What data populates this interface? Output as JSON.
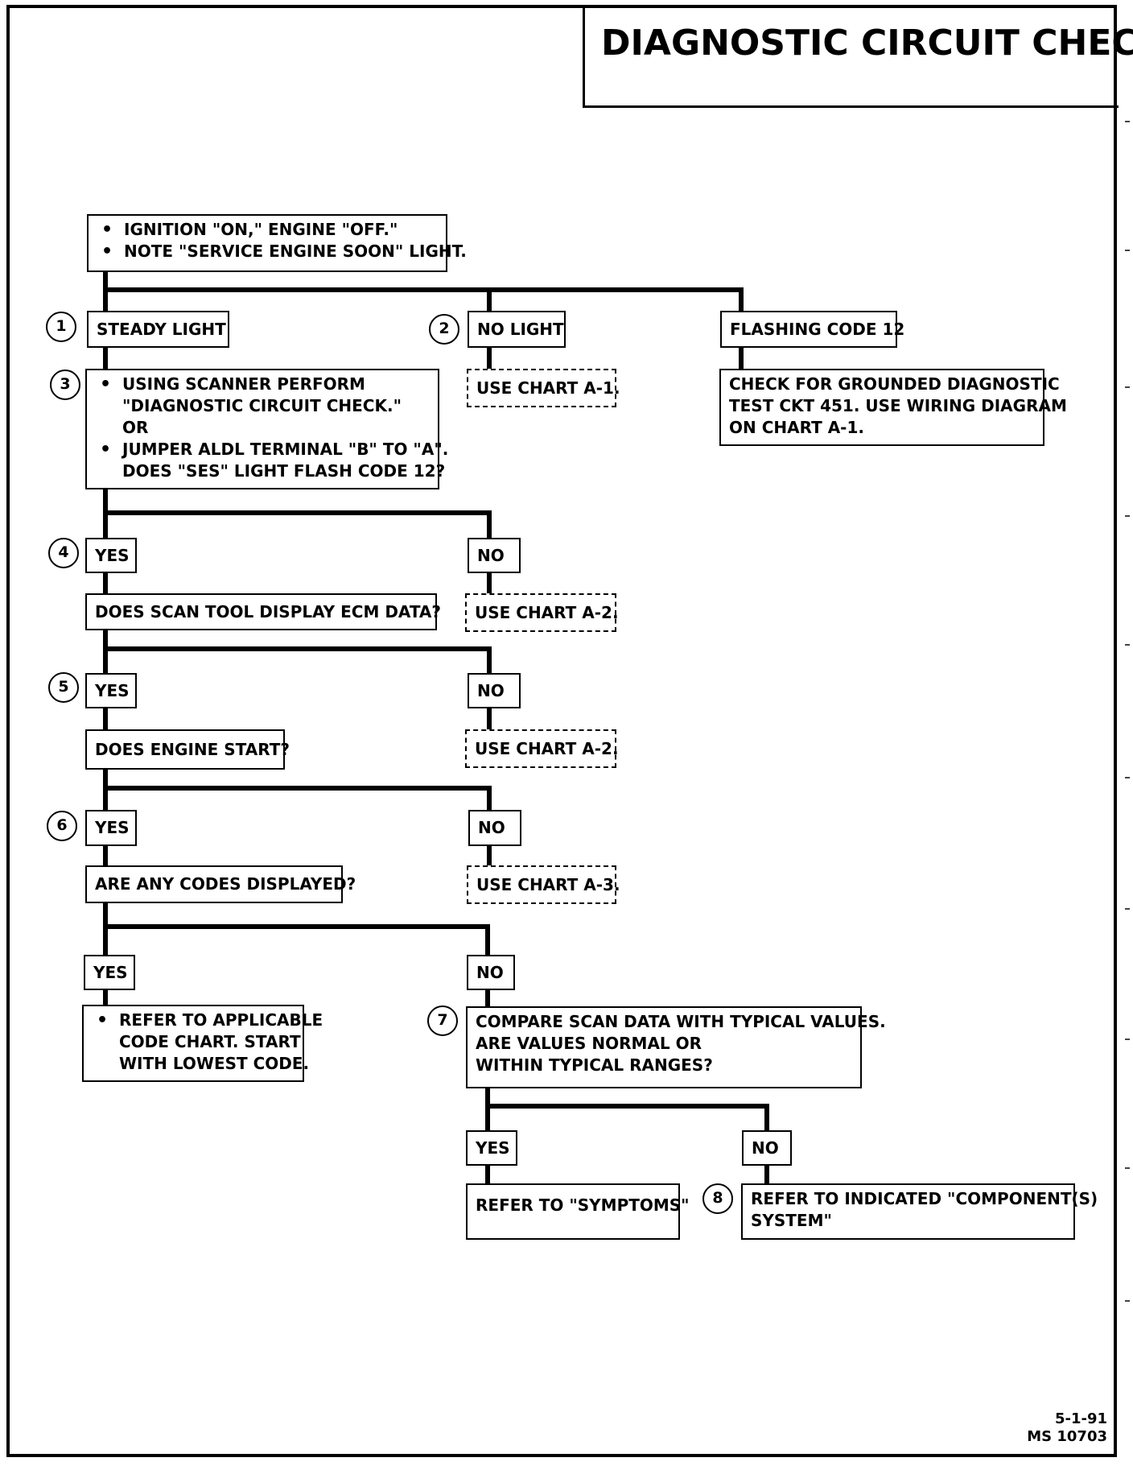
{
  "title": "DIAGNOSTIC CIRCUIT CHECK",
  "start": {
    "lines": [
      "IGNITION \"ON,\" ENGINE  \"OFF.\"",
      "NOTE \"SERVICE ENGINE SOON\" LIGHT."
    ]
  },
  "step_numbers": [
    "1",
    "2",
    "3",
    "4",
    "5",
    "6",
    "7",
    "8"
  ],
  "branches": {
    "steady_light": "STEADY LIGHT",
    "no_light": "NO LIGHT",
    "flashing": "FLASHING CODE 12"
  },
  "no_light_action": "USE CHART A-1.",
  "flashing_action": {
    "lines": [
      "CHECK FOR GROUNDED DIAGNOSTIC",
      "TEST CKT 451.  USE WIRING DIAGRAM",
      "ON CHART A-1."
    ]
  },
  "scanner_check": {
    "line1": "USING SCANNER  PERFORM",
    "line2": "\"DIAGNOSTIC CIRCUIT CHECK.\"",
    "line3": "OR",
    "line4": "JUMPER ALDL TERMINAL \"B\" TO \"A\".",
    "line5": "DOES \"SES\" LIGHT FLASH CODE 12?"
  },
  "yes_label": "YES",
  "no_label": "NO",
  "q_scan_tool": "DOES SCAN TOOL  DISPLAY ECM DATA?",
  "q_scan_tool_no": "USE CHART A-2.",
  "q_engine_start": "DOES ENGINE START?",
  "q_engine_start_no": "USE CHART A-2.",
  "q_codes": "ARE ANY CODES DISPLAYED?",
  "q_codes_no_chart": "USE CHART A-3.",
  "codes_yes_action": {
    "lines": [
      "REFER TO APPLICABLE",
      "CODE CHART.  START",
      "WITH LOWEST CODE."
    ]
  },
  "compare_scan": {
    "lines": [
      "COMPARE SCAN DATA WITH TYPICAL VALUES.",
      "ARE VALUES NORMAL OR",
      "WITHIN TYPICAL RANGES?"
    ]
  },
  "refer_symptoms": "REFER TO \"SYMPTOMS\"",
  "refer_component": {
    "lines": [
      "REFER TO INDICATED \"COMPONENT(S)",
      "SYSTEM\""
    ]
  },
  "footer": {
    "date": "5-1-91",
    "code": "MS 10703"
  }
}
